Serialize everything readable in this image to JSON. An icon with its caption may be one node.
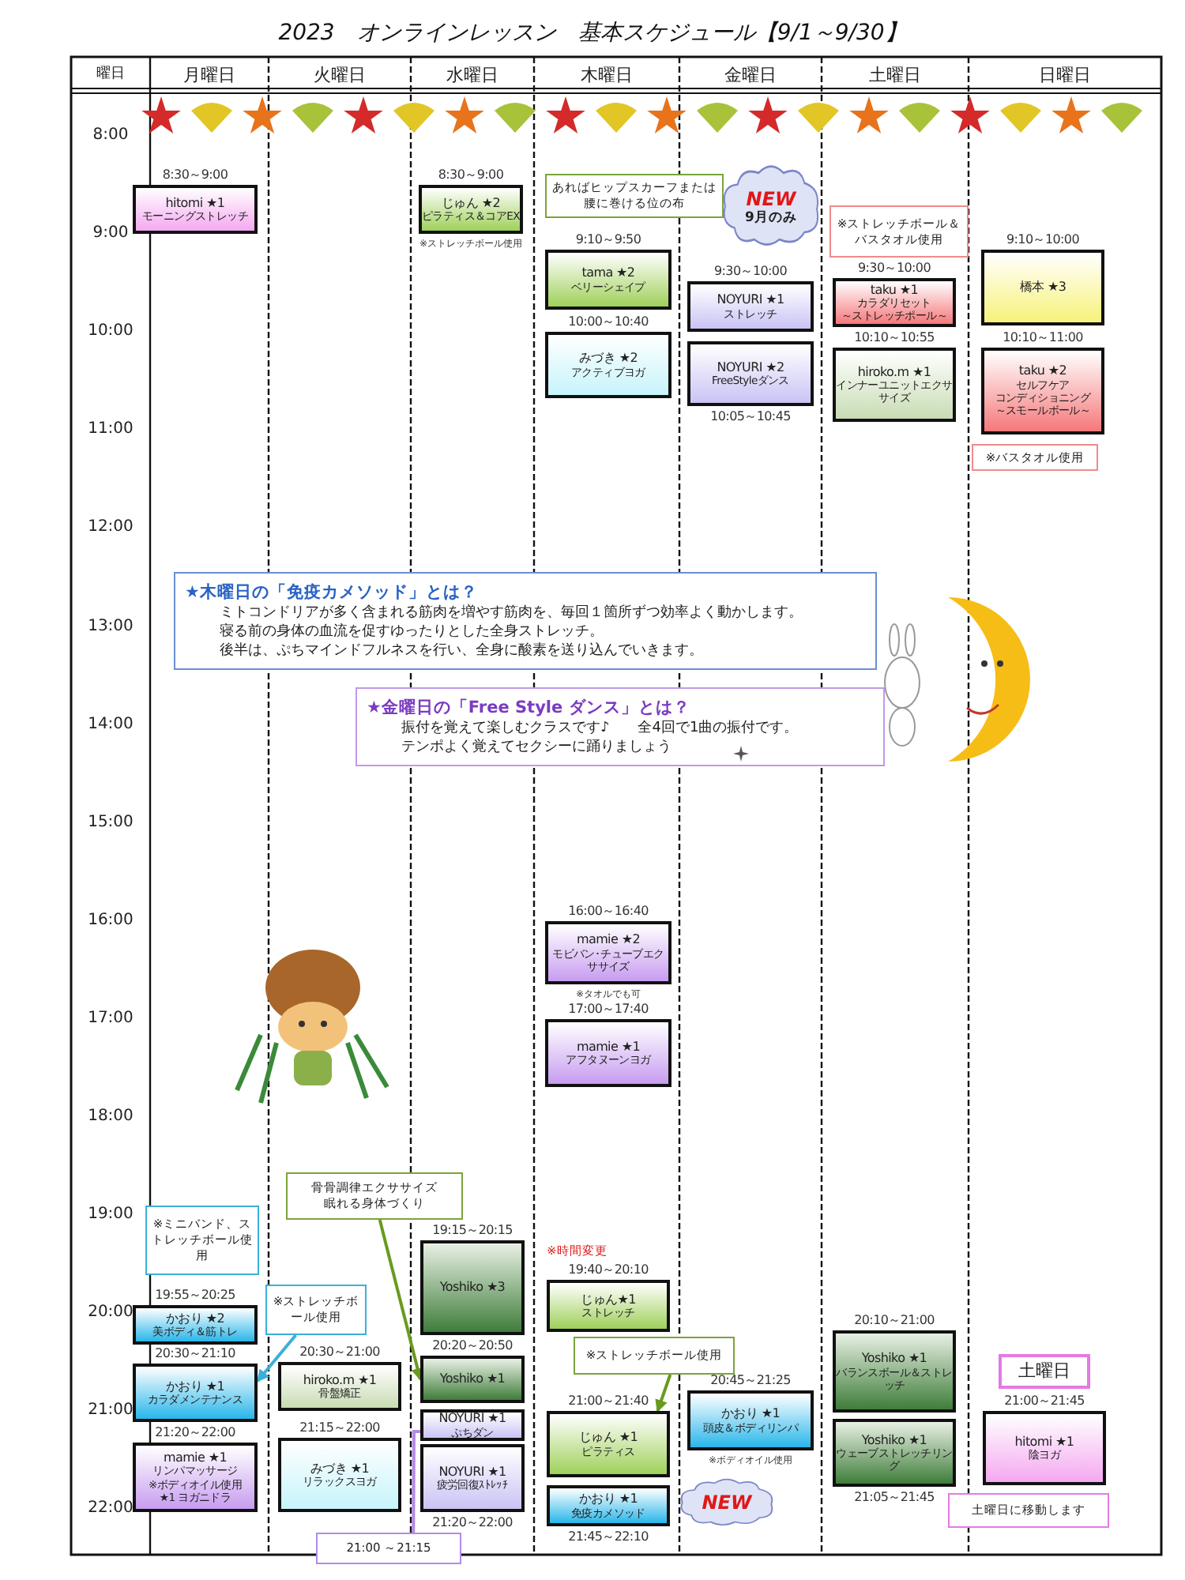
{
  "diagram": {
    "title": "2023　オンラインレッスン　基本スケジュール【9/1～9/30】",
    "nodes": [
      {
        "text": [
          "hitomi ★1",
          "モーニングストレッチ"
        ],
        "beside": [
          "8:30～9:00"
        ]
      },
      {
        "text": [
          "※ミニバンド、ストレッチボール使用"
        ]
      },
      {
        "text": [
          "かおり ★2",
          "美ボディ＆筋トレ"
        ],
        "beside": [
          "19:55～20:25"
        ]
      },
      {
        "text": [
          "かおり ★1",
          "カラダメンテナンス"
        ],
        "beside": [
          "20:30～21:10"
        ]
      },
      {
        "text": [
          "mamie ★1",
          "リンパマッサージ",
          "※ボディオイル使用",
          "★1 ヨガニドラ"
        ],
        "beside": [
          "21:20～22:00"
        ]
      },
      {
        "text": [
          "※ストレッチボール使用"
        ]
      },
      {
        "text": [
          "hiroko.m ★1",
          "骨盤矯正"
        ],
        "beside": [
          "20:30～21:00"
        ]
      },
      {
        "text": [
          "みづき ★1",
          "リラックスヨガ"
        ],
        "beside": [
          "21:15～22:00"
        ]
      },
      {
        "text": [
          "21:00 ～21:15"
        ]
      },
      {
        "text": [
          "じゅん ★2",
          "ピラティス＆コアEX"
        ],
        "beside": [
          "8:30～9:00",
          "※ストレッチボール使用"
        ]
      },
      {
        "text": [
          "骨骨調律エクササイズ",
          "眠れる身体づくり"
        ]
      },
      {
        "text": [
          "Yoshiko ★3"
        ],
        "beside": [
          "19:15～20:15"
        ]
      },
      {
        "text": [
          "Yoshiko ★1"
        ],
        "beside": [
          "20:20～20:50"
        ]
      },
      {
        "text": [
          "NOYURI ★1",
          "ぷちダン"
        ]
      },
      {
        "text": [
          "NOYURI ★1",
          "疲労回復ｽﾄﾚｯﾁ"
        ],
        "beside": [
          "21:20～22:00"
        ]
      },
      {
        "text": [
          "あればヒップスカーフまたは腰に巻ける位の布"
        ]
      },
      {
        "text": [
          "tama ★2",
          "ベリーシェイプ"
        ],
        "beside": [
          "9:10～9:50"
        ]
      },
      {
        "text": [
          "みづき ★2",
          "アクティブヨガ"
        ],
        "beside": [
          "10:00～10:40"
        ]
      },
      {
        "text": [
          "mamie ★2",
          "モビバン･チューブエクササイズ"
        ],
        "beside": [
          "16:00～16:40",
          "※タオルでも可"
        ]
      },
      {
        "text": [
          "mamie ★1",
          "アフタヌーンヨガ"
        ],
        "beside": [
          "17:00～17:40"
        ]
      },
      {
        "text": [
          "じゅん★1",
          "ストレッチ"
        ],
        "beside": [
          "※時間変更",
          "19:40～20:10"
        ]
      },
      {
        "text": [
          "※ストレッチボール使用"
        ]
      },
      {
        "text": [
          "じゅん ★1",
          "ピラティス"
        ],
        "beside": [
          "21:00～21:40"
        ]
      },
      {
        "text": [
          "かおり ★1",
          "免疫カメソッド"
        ],
        "beside": [
          "21:45～22:10"
        ]
      },
      {
        "text": [
          "NEW",
          "9月のみ"
        ]
      },
      {
        "text": [
          "NOYURI ★1",
          "ストレッチ"
        ],
        "beside": [
          "9:30～10:00"
        ]
      },
      {
        "text": [
          "NOYURI ★2",
          "FreeStyleダンス"
        ],
        "beside": [
          "10:05～10:45"
        ]
      },
      {
        "text": [
          "かおり ★1",
          "頭皮＆ボディリンパ"
        ],
        "beside": [
          "20:45～21:25",
          "※ボディオイル使用"
        ]
      },
      {
        "text": [
          "NEW"
        ]
      },
      {
        "text": [
          "※ストレッチボール＆バスタオル使用"
        ]
      },
      {
        "text": [
          "taku ★1",
          "カラダリセット",
          "～ストレッチポール～"
        ],
        "beside": [
          "9:30～10:00"
        ]
      },
      {
        "text": [
          "hiroko.m ★1",
          "インナーユニットエクササイズ"
        ],
        "beside": [
          "10:10～10:55"
        ]
      },
      {
        "text": [
          "Yoshiko ★1",
          "バランスボール＆ストレッチ"
        ],
        "beside": [
          "20:10～21:00"
        ]
      },
      {
        "text": [
          "Yoshiko ★1",
          "ウェーブストレッチリング"
        ],
        "beside": [
          "21:05～21:45"
        ]
      },
      {
        "text": [
          "橋本 ★3"
        ],
        "beside": [
          "9:10～10:00"
        ]
      },
      {
        "text": [
          "taku ★2",
          "セルフケア",
          "コンディショニング",
          "～スモールボール～"
        ],
        "beside": [
          "10:10～11:00"
        ]
      },
      {
        "text": [
          "※バスタオル使用"
        ]
      },
      {
        "text": [
          "土曜日"
        ]
      },
      {
        "text": [
          "hitomi ★1",
          "陰ヨガ"
        ],
        "beside": [
          "21:00～21:45"
        ]
      },
      {
        "text": [
          "土曜日に移動します"
        ]
      },
      {
        "text": [
          "★木曜日の「免疫カメソッド」とは？",
          "ミトコンドリアが多く含まれる筋肉を増やす筋肉を、毎回１箇所ずつ効率よく動かします。",
          "寝る前の身体の血流を促すゆったりとした全身ストレッチ。",
          "後半は、ぷちマインドフルネスを行い、全身に酸素を送り込んでいきます。"
        ]
      },
      {
        "text": [
          "★金曜日の「Free Style ダンス」とは？",
          "振付を覚えて楽しむクラスです♪　　全4回で1曲の振付です。",
          "テンポよく覚えてセクシーに踊りましょう"
        ]
      }
    ],
    "edges": [
      {
        "from": 5,
        "to": 3,
        "arrow": "to",
        "color": "#3ab0d8"
      },
      {
        "from": 10,
        "to": 12,
        "arrow": "to",
        "color": "#6a9a1f"
      },
      {
        "from": 8,
        "to": 13,
        "arrow": "none",
        "color": "#b48ae8"
      },
      {
        "from": 21,
        "to": 22,
        "arrow": "to",
        "color": "#6a9a1f"
      }
    ],
    "labels": [
      "曜日",
      "月曜日",
      "火曜日",
      "水曜日",
      "木曜日",
      "金曜日",
      "土曜日",
      "日曜日",
      "8:00",
      "9:00",
      "10:00",
      "11:00",
      "12:00",
      "13:00",
      "14:00",
      "15:00",
      "16:00",
      "17:00",
      "18:00",
      "19:00",
      "20:00",
      "21:00",
      "22:00"
    ]
  }
}
